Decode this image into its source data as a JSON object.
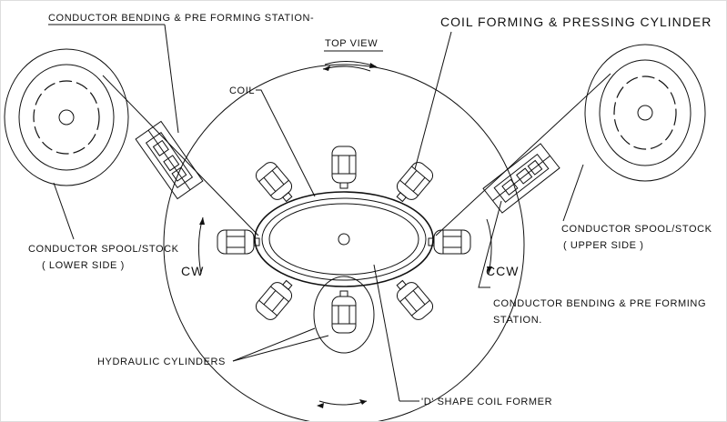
{
  "title": "TOP VIEW",
  "labels": {
    "station_left": "CONDUCTOR BENDING & PRE FORMING STATION-",
    "cylinder_title": "COIL FORMING & PRESSING CYLINDER",
    "coil": "COIL",
    "spool_left_1": "CONDUCTOR SPOOL/STOCK",
    "spool_left_2": "( LOWER SIDE )",
    "cw": "CW",
    "ccw": "CCW",
    "spool_right_1": "CONDUCTOR SPOOL/STOCK",
    "spool_right_2": "( UPPER SIDE )",
    "station_right_1": "CONDUCTOR BENDING & PRE FORMING",
    "station_right_2": "STATION.",
    "hydraulic": "HYDRAULIC CYLINDERS",
    "former": "'D' SHAPE COIL FORMER"
  }
}
